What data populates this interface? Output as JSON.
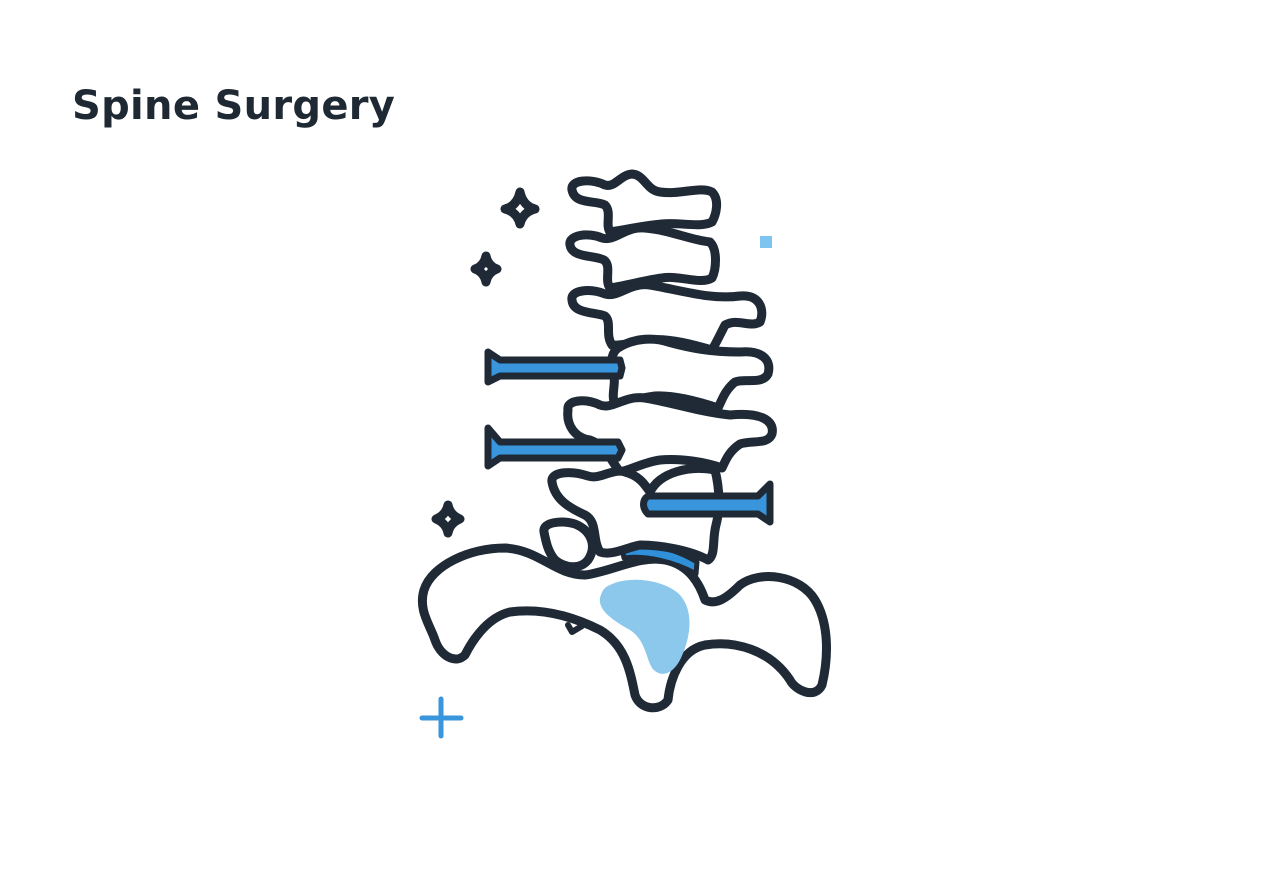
{
  "title": "Spine Surgery",
  "colors": {
    "background": "#ffffff",
    "outline": "#1f2a36",
    "title_text": "#1f2933",
    "screw_blue": "#3a96dc",
    "disc_blue": "#2f8fd8",
    "sacrum_highlight": "#8cc8ec",
    "accent_square": "#7ec4f0",
    "plus_blue": "#3a96dc"
  },
  "illustration": {
    "subject": "lumbar spine with pedicle screws and pelvis",
    "vertebrae_count": 6,
    "screws_count": 3,
    "decorations": [
      "sparkle-icon",
      "sparkle-icon",
      "sparkle-icon",
      "square-accent",
      "plus-icon"
    ]
  }
}
